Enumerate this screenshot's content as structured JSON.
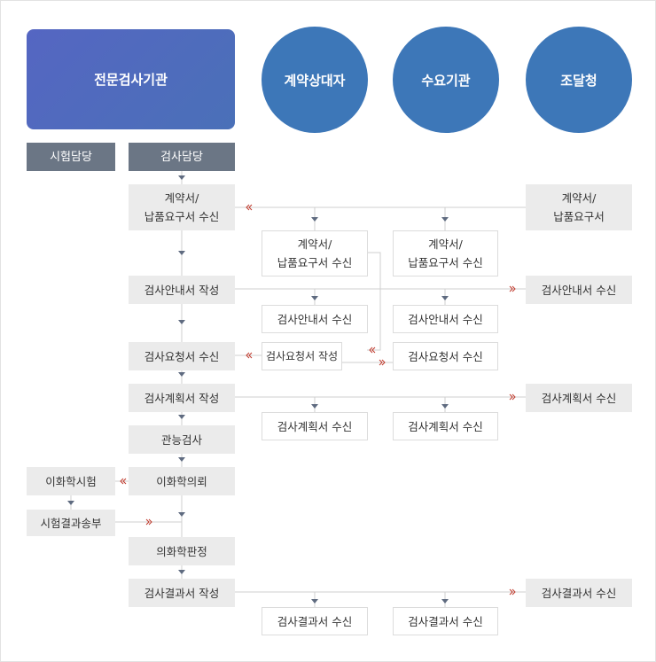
{
  "headers": {
    "expert_agency": "전문검사기관",
    "contractor": "계약상대자",
    "demand_agency": "수요기관",
    "procurement": "조달청"
  },
  "roles": {
    "test_staff": "시험담당",
    "inspection_staff": "검사담당"
  },
  "steps": {
    "contract_receive": [
      "계약서/",
      "납품요구서 수신"
    ],
    "guide_write": "검사안내서 작성",
    "request_receive": "검사요청서 수신",
    "plan_write": "검사계획서 작성",
    "sensory_inspection": "관능검사",
    "physchem_request": "이화학의뢰",
    "physchem_test": "이화학시험",
    "test_result_send": "시험결과송부",
    "physchem_judge": "의화학판정",
    "result_write": "검사결과서 작성"
  },
  "contractor_steps": {
    "contract_receive": [
      "계약서/",
      "납품요구서 수신"
    ],
    "guide_receive": "검사안내서 수신",
    "request_write": "검사요청서 작성",
    "plan_receive": "검사계획서 수신",
    "result_receive": "검사결과서 수신"
  },
  "demand_steps": {
    "contract_receive": [
      "계약서/",
      "납품요구서 수신"
    ],
    "guide_receive": "검사안내서 수신",
    "request_receive": "검사요청서 수신",
    "plan_receive": "검사계획서 수신",
    "result_receive": "검사결과서 수신"
  },
  "procurement_steps": {
    "contract": [
      "계약서/",
      "납품요구서"
    ],
    "guide_receive": "검사안내서 수신",
    "plan_receive": "검사계획서 수신",
    "result_receive": "검사결과서 수신"
  },
  "colors": {
    "header_rect": "#5066bd",
    "header_circle": "#3d77b8",
    "role_box": "#6b7685",
    "step_gray": "#ebebeb",
    "connector": "#cfcfcf",
    "arrow_head": "#5f6b80",
    "chevron": "#c0392b"
  }
}
